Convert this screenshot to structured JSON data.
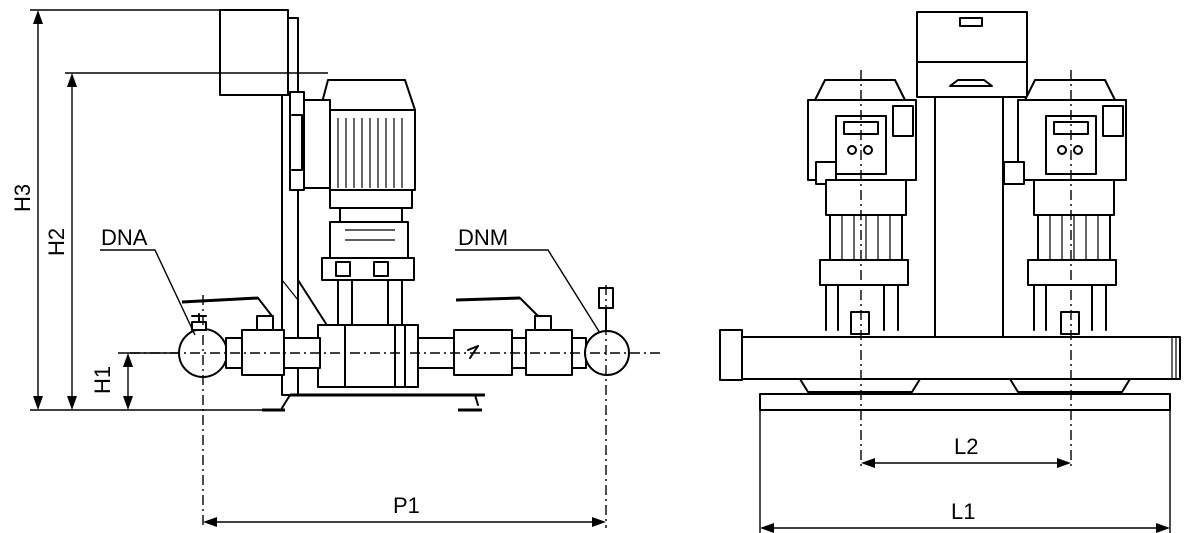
{
  "labels": {
    "dna": "DNA",
    "dnm": "DNM",
    "h1": "H1",
    "h2": "H2",
    "h3": "H3",
    "p1": "P1",
    "l1": "L1",
    "l2": "L2"
  }
}
